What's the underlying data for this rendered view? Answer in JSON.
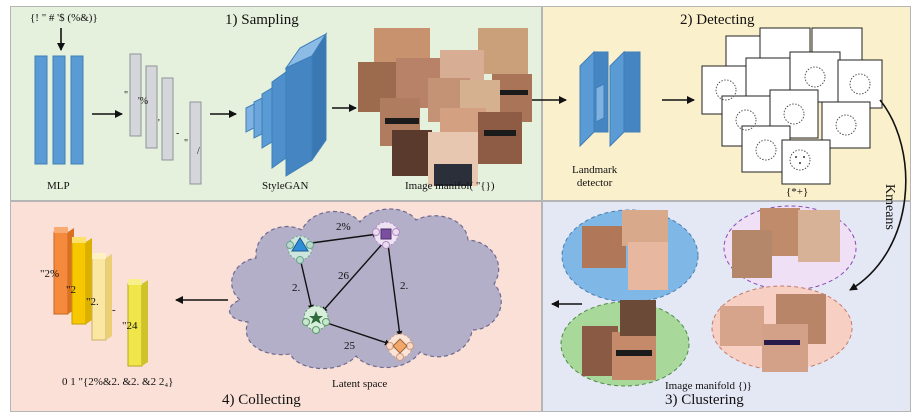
{
  "panels": {
    "sampling": {
      "title": "1) Sampling"
    },
    "detecting": {
      "title": "2) Detecting"
    },
    "collecting": {
      "title": "4) Collecting"
    },
    "clustering": {
      "title": "3) Clustering"
    }
  },
  "labels": {
    "input_latent": "{! \" # '$ (%&)}",
    "mlp": "MLP",
    "stylegan": "StyleGAN",
    "image_manifold_sampling": "Image manifol( \"{})",
    "landmark_detector": "Landmark\ndetector",
    "landmarks_set": "{*+}",
    "kmeans": "Kmeans",
    "image_manifold_clustering": "Image manifold {)}",
    "latent_space": "Latent space",
    "collected_set": "0  1 \"{2%&2. &2. &2  2₄}"
  },
  "w_labels": {
    "w1": "\"",
    "w2": "'%",
    "w3": "'",
    "w4": "-",
    "w5": "\"",
    "w6": "/"
  },
  "edge_labels": {
    "top": "2%",
    "mid": "26",
    "left": "2.",
    "right": "2.",
    "bottom": "25"
  },
  "bar_labels": [
    "\"2%",
    "\"2",
    "\"2.",
    "-",
    "\"24"
  ],
  "colors": {
    "sampling_bg": "#e6f1dd",
    "detecting_bg": "#fbf0cc",
    "collecting_bg": "#fae0d6",
    "clustering_bg": "#e4e7f4",
    "network_blue": "#5b9bd5",
    "orange": "#f58a3c",
    "yellow": "#f2d600"
  }
}
